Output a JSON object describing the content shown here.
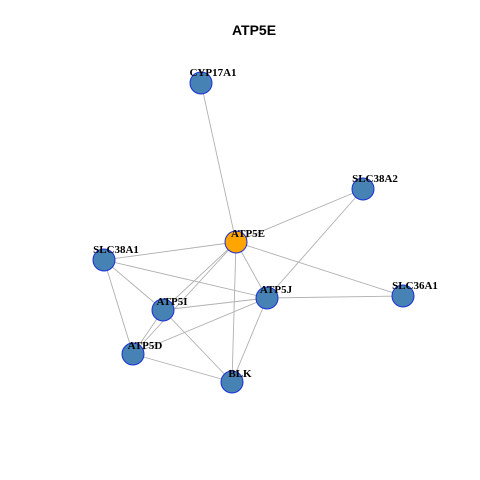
{
  "title": "ATP5E",
  "colors": {
    "center_fill": "#ffa500",
    "node_fill": "#4682b4",
    "node_stroke": "#1a2fd6",
    "edge": "#b0b0b0"
  },
  "nodes": [
    {
      "id": "ATP5E",
      "label": "ATP5E",
      "center": true
    },
    {
      "id": "CYP17A1",
      "label": "CYP17A1"
    },
    {
      "id": "SLC38A2",
      "label": "SLC38A2"
    },
    {
      "id": "SLC38A1",
      "label": "SLC38A1"
    },
    {
      "id": "SLC36A1",
      "label": "SLC36A1"
    },
    {
      "id": "ATP5J",
      "label": "ATP5J"
    },
    {
      "id": "ATP5I",
      "label": "ATP5I"
    },
    {
      "id": "ATP5D",
      "label": "ATP5D"
    },
    {
      "id": "BLK",
      "label": "BLK"
    }
  ],
  "edges": [
    [
      "ATP5E",
      "CYP17A1"
    ],
    [
      "ATP5E",
      "SLC38A2"
    ],
    [
      "ATP5E",
      "SLC38A1"
    ],
    [
      "ATP5E",
      "SLC36A1"
    ],
    [
      "ATP5E",
      "ATP5J"
    ],
    [
      "ATP5E",
      "ATP5I"
    ],
    [
      "ATP5E",
      "ATP5D"
    ],
    [
      "ATP5E",
      "BLK"
    ],
    [
      "SLC38A2",
      "ATP5J"
    ],
    [
      "SLC38A1",
      "ATP5J"
    ],
    [
      "SLC38A1",
      "ATP5I"
    ],
    [
      "SLC38A1",
      "ATP5D"
    ],
    [
      "ATP5J",
      "SLC36A1"
    ],
    [
      "ATP5J",
      "ATP5I"
    ],
    [
      "ATP5J",
      "ATP5D"
    ],
    [
      "ATP5J",
      "BLK"
    ],
    [
      "ATP5I",
      "ATP5D"
    ],
    [
      "ATP5I",
      "BLK"
    ],
    [
      "ATP5D",
      "BLK"
    ]
  ]
}
